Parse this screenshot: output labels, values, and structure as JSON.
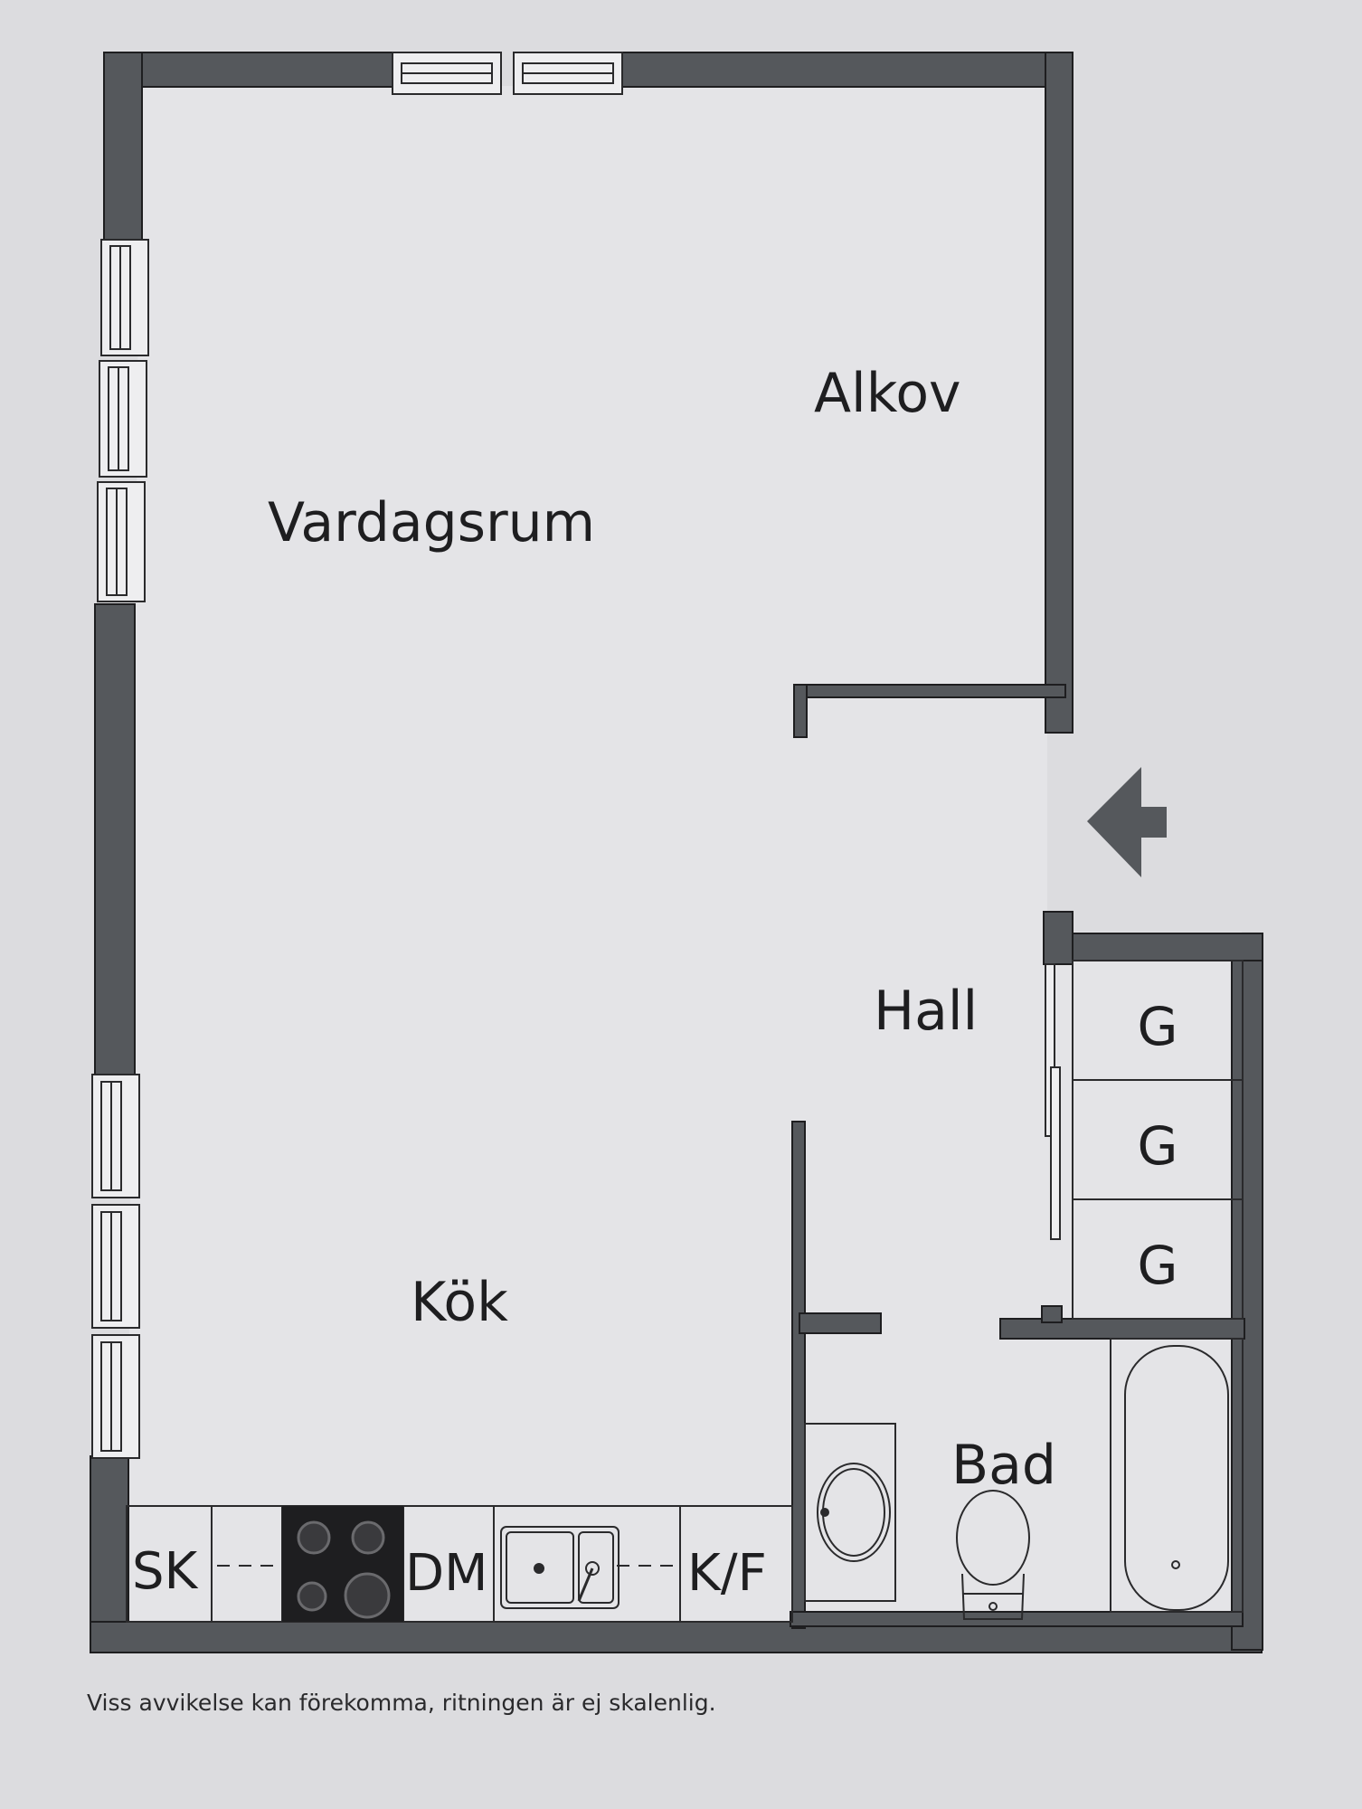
{
  "rooms": {
    "vardagsrum": "Vardagsrum",
    "alkov": "Alkov",
    "hall": "Hall",
    "kok": "Kök",
    "bad": "Bad"
  },
  "storage": [
    "G",
    "G",
    "G"
  ],
  "kitchen": {
    "sk": "SK",
    "dm": "DM",
    "kf": "K/F"
  },
  "entrance_icon": "entrance-arrow-icon",
  "colors": {
    "wall": "#55585c",
    "paper": "#dcdcdf",
    "line": "#2a2a2c"
  },
  "disclaimer": "Viss avvikelse kan förekomma, ritningen är ej skalenlig."
}
